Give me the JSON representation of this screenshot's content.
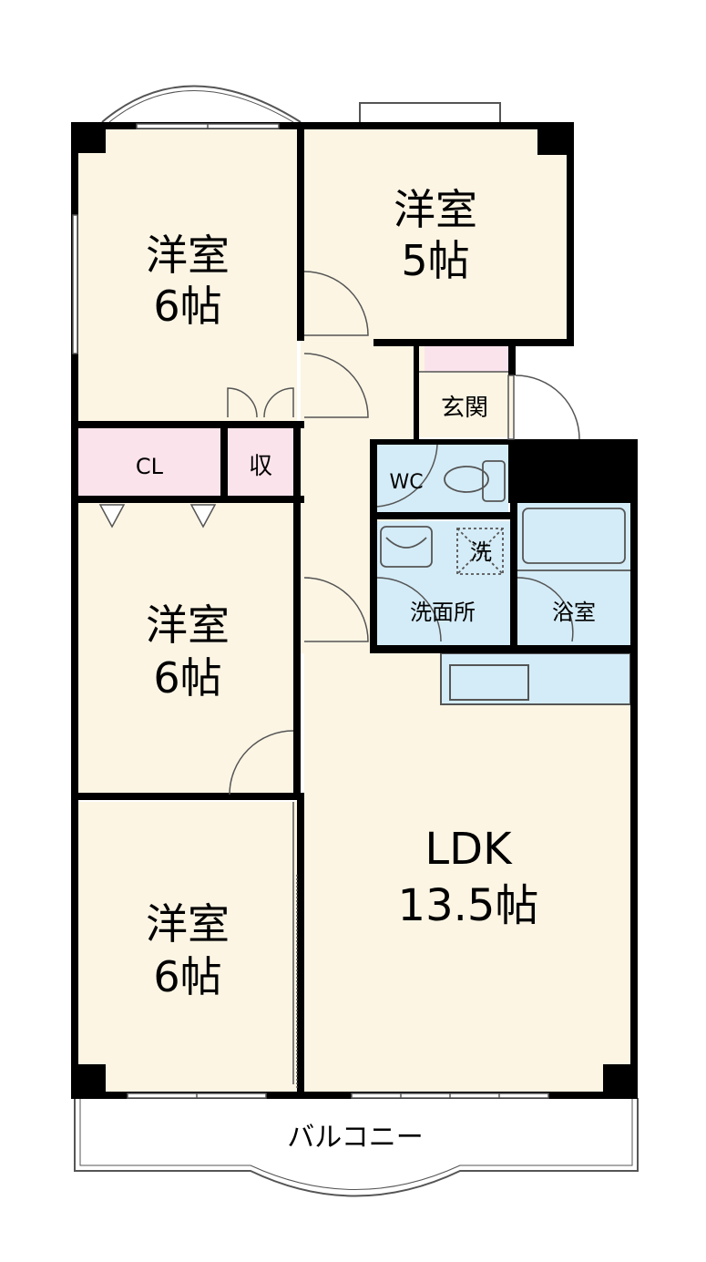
{
  "colors": {
    "room": "#fcf5e4",
    "closet": "#fbe3ec",
    "wet": "#d4ecf7",
    "entrance_pink": "#fbe3ec",
    "wall": "#000000",
    "outline": "#555555"
  },
  "rooms": {
    "west_top": {
      "name": "洋室",
      "size": "6帖"
    },
    "north_east": {
      "name": "洋室",
      "size": "5帖"
    },
    "west_middle": {
      "name": "洋室",
      "size": "6帖"
    },
    "west_bottom": {
      "name": "洋室",
      "size": "6帖"
    },
    "ldk": {
      "name": "LDK",
      "size": "13.5帖"
    }
  },
  "labels": {
    "closet": "CL",
    "storage": "収",
    "entrance": "玄関",
    "toilet": "WC",
    "washer": "洗",
    "washroom": "洗面所",
    "bath": "浴室",
    "balcony": "バルコニー"
  }
}
